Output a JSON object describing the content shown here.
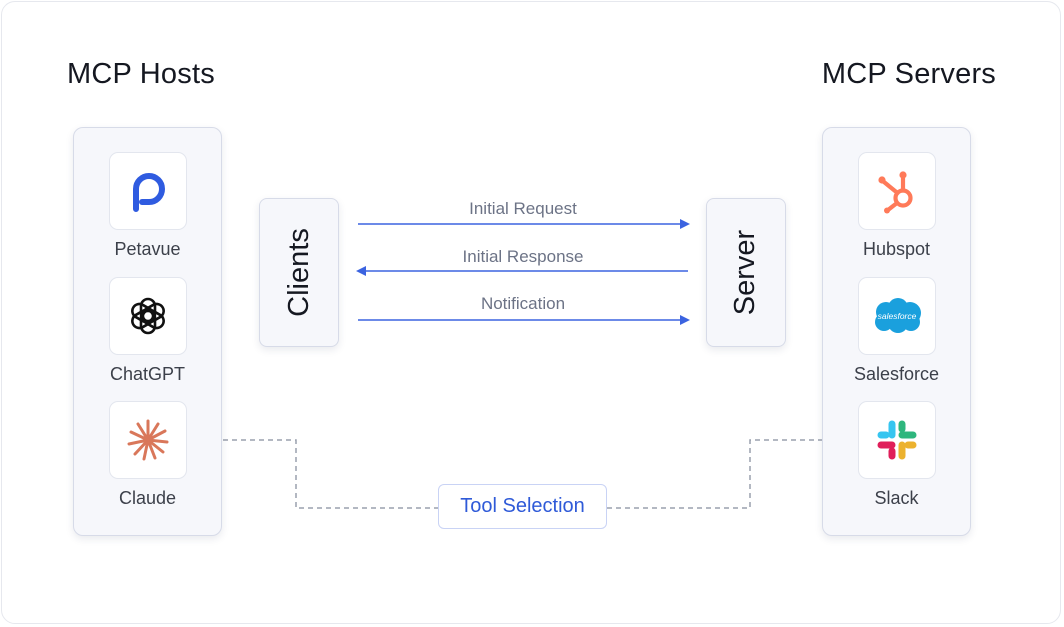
{
  "hosts": {
    "title": "MCP Hosts",
    "apps": [
      {
        "label": "Petavue",
        "icon": "petavue-logo-icon"
      },
      {
        "label": "ChatGPT",
        "icon": "openai-logo-icon"
      },
      {
        "label": "Claude",
        "icon": "claude-logo-icon"
      }
    ]
  },
  "servers": {
    "title": "MCP Servers",
    "apps": [
      {
        "label": "Hubspot",
        "icon": "hubspot-logo-icon"
      },
      {
        "label": "Salesforce",
        "icon": "salesforce-logo-icon",
        "logo_text": "salesforce"
      },
      {
        "label": "Slack",
        "icon": "slack-logo-icon"
      }
    ]
  },
  "clients": {
    "label": "Clients"
  },
  "server": {
    "label": "Server"
  },
  "messages": [
    {
      "label": "Initial Request",
      "direction": "right"
    },
    {
      "label": "Initial Response",
      "direction": "left"
    },
    {
      "label": "Notification",
      "direction": "right"
    }
  ],
  "tool_selection": {
    "label": "Tool Selection"
  },
  "colors": {
    "arrow": "#3b63e0",
    "dashed_line": "#9aa0ad",
    "petavue": "#2f5be0",
    "hubspot": "#ff7a59",
    "salesforce": "#1aa0dd",
    "claude": "#d9775a"
  }
}
